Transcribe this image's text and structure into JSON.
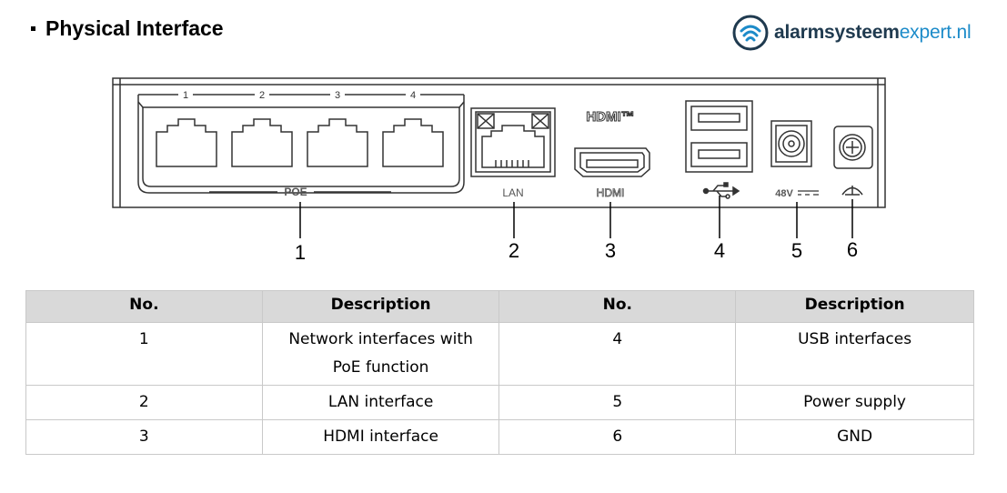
{
  "heading": "Physical Interface",
  "logo": {
    "part1": "alarmsysteem",
    "part2": "expert.nl",
    "icon": "wifi-signal-icon"
  },
  "panel": {
    "port_numbers": [
      "1",
      "2",
      "3",
      "4"
    ],
    "poe_label": "POE",
    "lan_label": "LAN",
    "hdmi_logo": "HDMI™",
    "hdmi_label": "HDMI",
    "power_label": "48V",
    "usb_icon": "usb-symbol-icon",
    "ground_icon": "ground-symbol-icon"
  },
  "callouts": [
    "1",
    "2",
    "3",
    "4",
    "5",
    "6"
  ],
  "table": {
    "headers": [
      "No.",
      "Description",
      "No.",
      "Description"
    ],
    "rows": [
      {
        "no1": "1",
        "desc1": [
          "Network interfaces with",
          "PoE function"
        ],
        "no2": "4",
        "desc2": "USB interfaces"
      },
      {
        "no1": "2",
        "desc1": [
          "LAN interface"
        ],
        "no2": "5",
        "desc2": "Power supply"
      },
      {
        "no1": "3",
        "desc1": [
          "HDMI interface"
        ],
        "no2": "6",
        "desc2": "GND"
      }
    ]
  }
}
